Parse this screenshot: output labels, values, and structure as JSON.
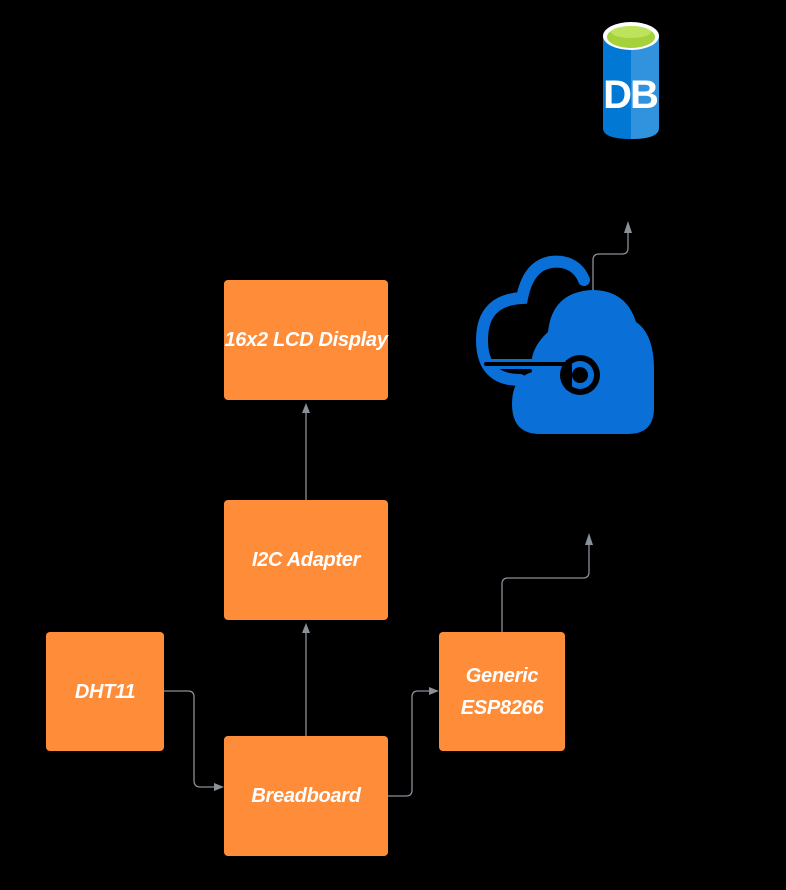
{
  "nodes": {
    "lcd": "16x2 LCD Display",
    "i2c": "I2C Adapter",
    "dht": "DHT11",
    "breadboard": "Breadboard",
    "esp": {
      "line1": "Generic",
      "line2": "ESP8266"
    }
  },
  "icons": {
    "database": {
      "name": "database-icon",
      "label": "DB",
      "color": "#0078d4",
      "top_color": "#a5d23a"
    },
    "cloud": {
      "name": "cloud-connection-icon",
      "color": "#0a6fd6"
    }
  },
  "colors": {
    "background": "#000000",
    "box_fill": "#ff8c38",
    "connector": "#8a9098",
    "text": "#ffffff"
  }
}
